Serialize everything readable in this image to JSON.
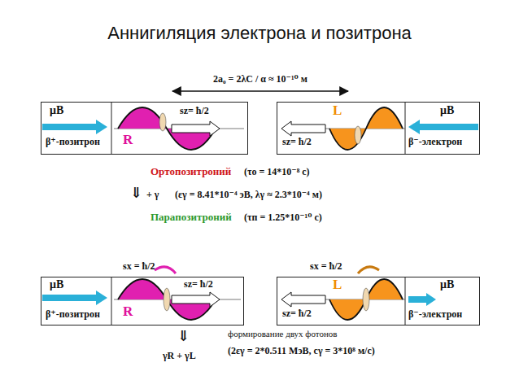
{
  "diagram": {
    "title": "Аннигиляция электрона и позитрона",
    "nodes": [
      {
        "text": [
          "μB",
          "β⁺-позитрон",
          "R",
          "sz= ħ/2"
        ]
      },
      {
        "text": [
          "L",
          "sz= ħ/2",
          "μB",
          "β⁻-электрон"
        ]
      },
      {
        "text": [
          "sx = ħ/2",
          "μB",
          "β⁺-позитрон",
          "R",
          "sz= ħ/2"
        ]
      },
      {
        "text": [
          "sx = ħ/2",
          "sz= ħ/2",
          "L",
          "μB",
          "β⁻-электрон"
        ]
      }
    ],
    "labels": [
      "2a₀ = 2λC / α ≈ 10⁻¹⁰ м",
      "Ортопозитроний",
      "(τo = 14*10⁻⁸ с)",
      "⇓",
      "+ γ",
      "(εγ = 8.41*10⁻⁴ эВ, λγ ≈ 2.3*10⁻⁴ м)",
      "Парапозитроний",
      "(τп = 1.25*10⁻¹⁰ с)",
      "⇓",
      "γR + γL",
      "формирование двух фотонов",
      "(2εγ = 2*0.511 МэВ, cγ = 3*10⁸ м/с)"
    ]
  }
}
